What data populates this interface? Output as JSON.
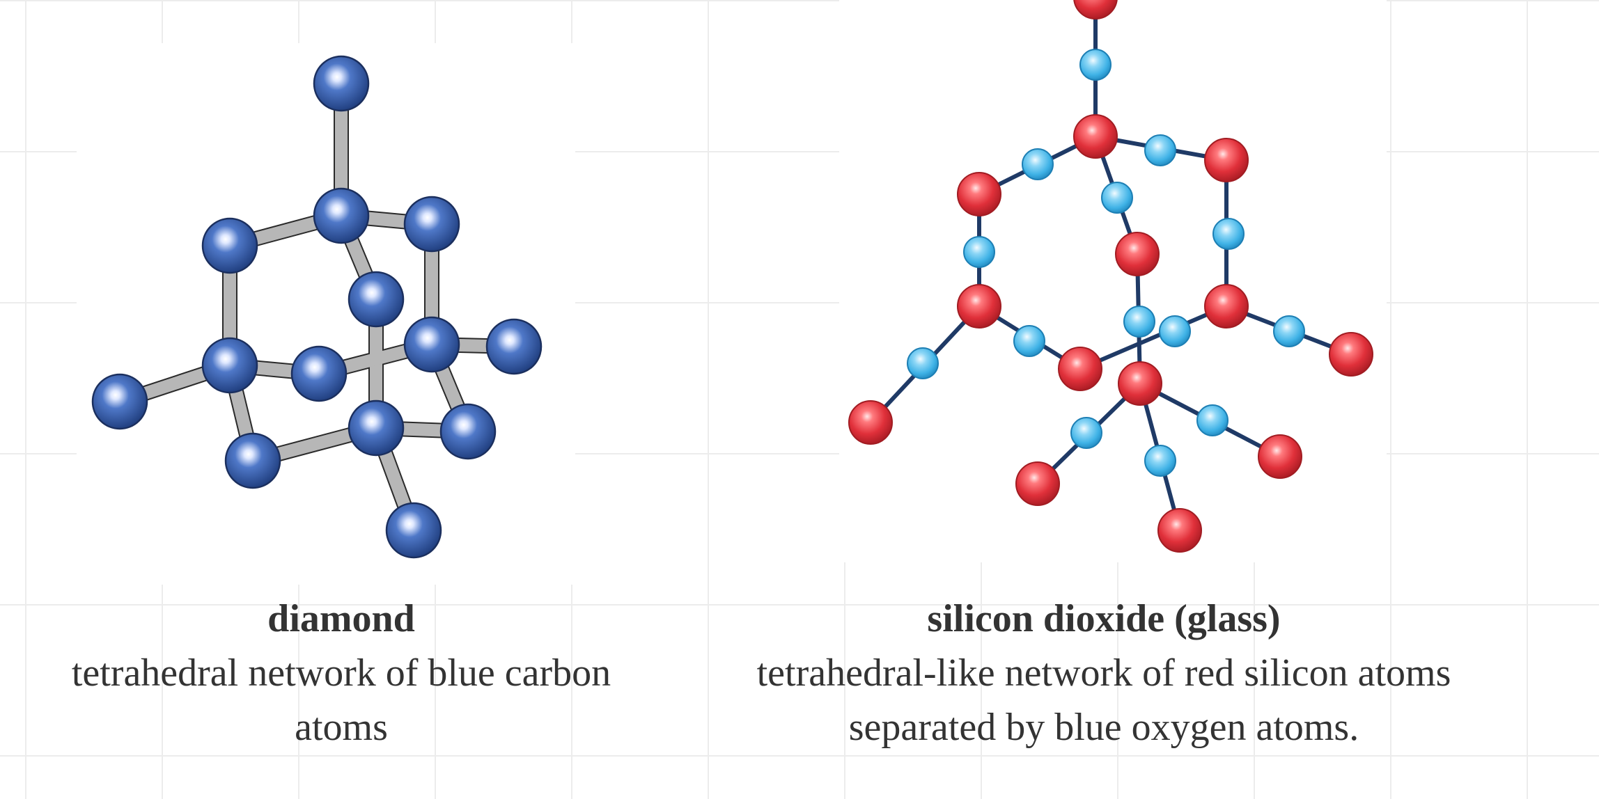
{
  "panels": {
    "left": {
      "title": "diamond",
      "description": "tetrahedral network of blue carbon atoms"
    },
    "right": {
      "title": "silicon dioxide (glass)",
      "description": "tetrahedral-like network of red silicon atoms separated by blue oxygen atoms."
    }
  },
  "colors": {
    "carbon": "#3a62b0",
    "bond_grey": "#b4b4b4",
    "silicon": "#e0303a",
    "oxygen": "#3fb2e6",
    "bond_navy": "#1f3a66"
  }
}
